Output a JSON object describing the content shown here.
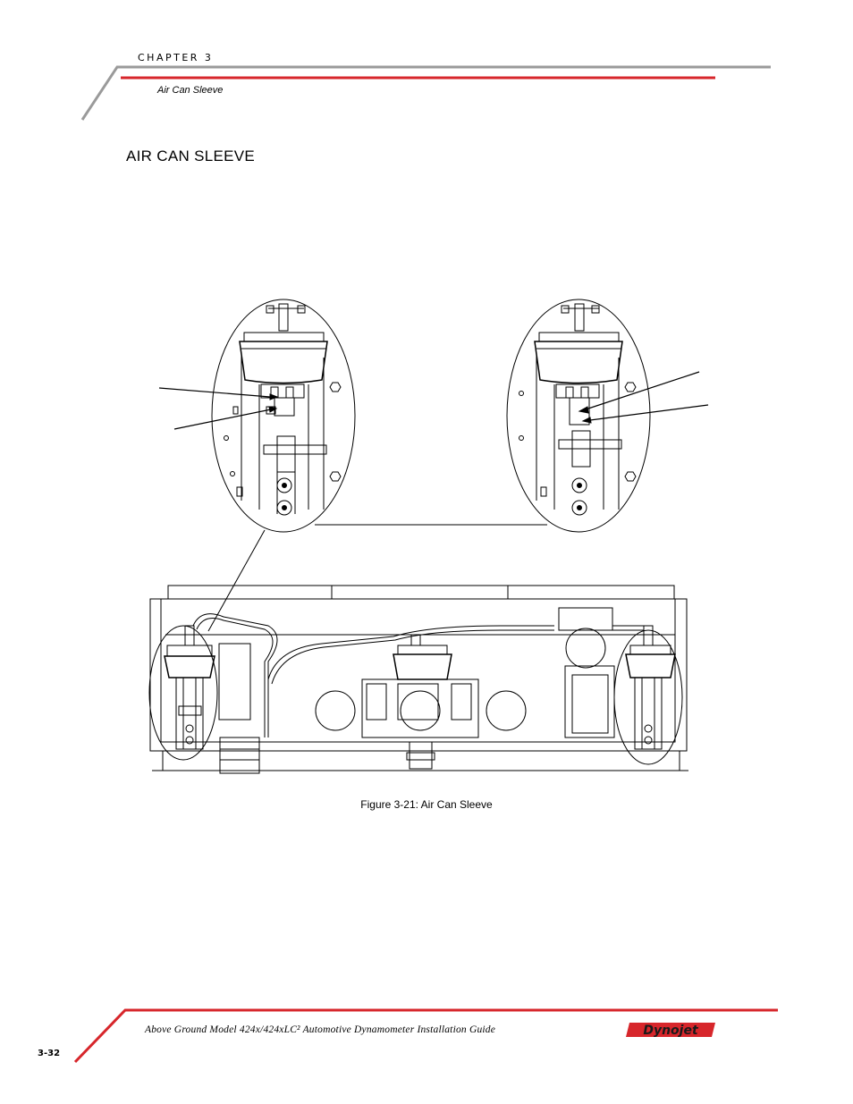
{
  "header": {
    "chapter_label": "CHAPTER 3",
    "running_title": "Air Can Sleeve"
  },
  "section": {
    "title": "AIR CAN SLEEVE"
  },
  "figure": {
    "caption": "Figure 3-21: Air Can Sleeve"
  },
  "footer": {
    "guide_title": "Above Ground Model 424x/424xLC² Automotive Dynamometer Installation Guide",
    "page_number": "3-32",
    "logo_text": "Dynojet"
  },
  "colors": {
    "accent_red": "#d7262b",
    "rule_gray": "#9a9a9a"
  }
}
